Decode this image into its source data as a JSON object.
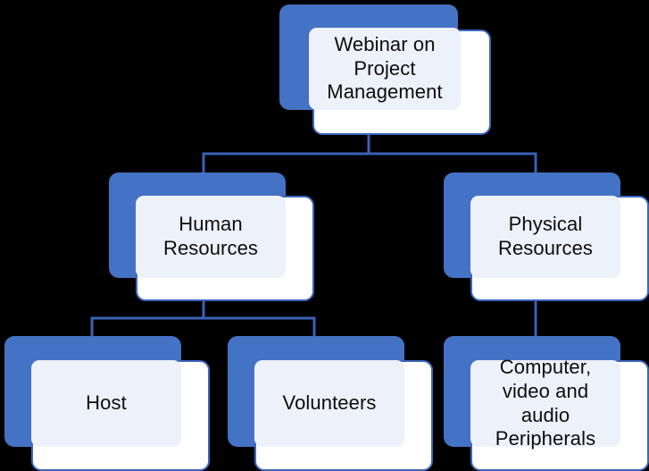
{
  "diagram": {
    "type": "hierarchy-org-chart",
    "background_color": "#000000",
    "node_shadow_color": "#4472C4",
    "node_face_color": "#FFFFFF",
    "node_panel_color": "#EDF1FA",
    "node_border_color": "#3D67BE",
    "connector_color": "#3A62B5",
    "text_color": "#0D0D0D",
    "title": "Webinar on Project Management",
    "levels": 3
  },
  "nodes": {
    "root": {
      "id": "webinar-on-project-management",
      "label": "Webinar on\nProject\nManagement",
      "level": 1
    },
    "human_resources": {
      "id": "human-resources",
      "label": "Human\nResources",
      "level": 2
    },
    "physical_resources": {
      "id": "physical-resources",
      "label": "Physical\nResources",
      "level": 2
    },
    "host": {
      "id": "host",
      "label": "Host",
      "level": 3
    },
    "volunteers": {
      "id": "volunteers",
      "label": "Volunteers",
      "level": 3
    },
    "peripherals": {
      "id": "computer-video-audio-peripherals",
      "label": "Computer,\nvideo and audio\nPeripherals",
      "level": 3
    }
  },
  "edges": [
    {
      "from": "webinar-on-project-management",
      "to": "human-resources"
    },
    {
      "from": "webinar-on-project-management",
      "to": "physical-resources"
    },
    {
      "from": "human-resources",
      "to": "host"
    },
    {
      "from": "human-resources",
      "to": "volunteers"
    },
    {
      "from": "physical-resources",
      "to": "computer-video-audio-peripherals"
    }
  ]
}
